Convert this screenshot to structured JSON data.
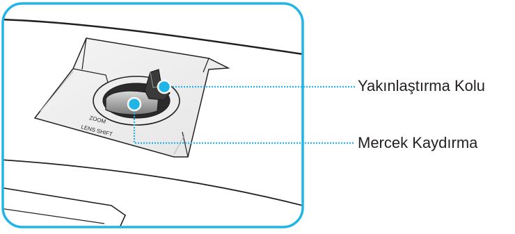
{
  "diagram": {
    "callouts": [
      {
        "id": "zoom",
        "label": "Yakınlaştırma Kolu"
      },
      {
        "id": "shift",
        "label": "Mercek Kaydırma"
      }
    ],
    "panel_markings": {
      "line1": "ZOOM",
      "line2": "LENS SHIFT"
    },
    "colors": {
      "frame": "#1fb5e8",
      "leader": "#1fb5e8",
      "dot": "#1fb5e8",
      "drawing_line": "#231f20",
      "label_text": "#231f20"
    }
  }
}
